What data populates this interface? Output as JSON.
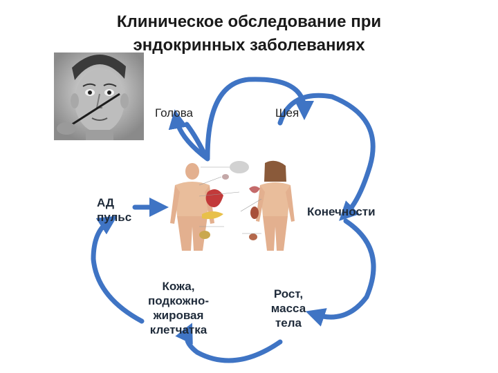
{
  "title": {
    "line1": "Клиническое обследование при",
    "line2": "эндокринных заболеваниях"
  },
  "labels": {
    "head": "Голова",
    "neck": "Шея",
    "ad_line1": "АД",
    "ad_line2": "пульс",
    "limbs": "Конечности",
    "skin_line1": "Кожа,",
    "skin_line2": "подкожно-",
    "skin_line3": "жировая",
    "skin_line4": "клетчатка",
    "growth_line1": "Рост,",
    "growth_line2": "масса",
    "growth_line3": "тела"
  },
  "colors": {
    "arrow": "#3f74c4",
    "arrow_dark": "#2c5a9e"
  }
}
